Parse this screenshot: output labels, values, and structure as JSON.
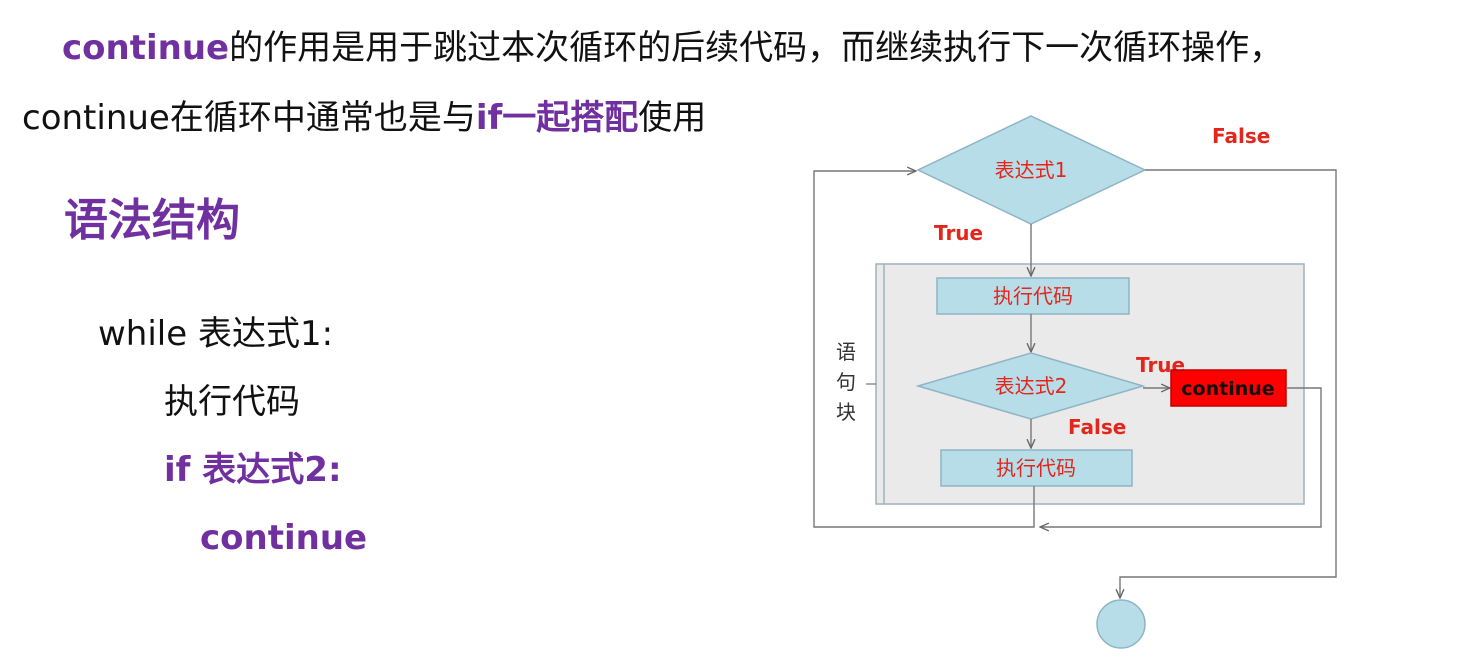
{
  "intro": {
    "line1_keyword": "continue",
    "line1_rest": "的作用是用于跳过本次循环的后续代码，而继续执行下一次循环操作，",
    "line2_start": "continue在循环中通常也是与",
    "line2_highlight": "if一起搭配",
    "line2_end": "使用"
  },
  "section_title": "语法结构",
  "code": {
    "line1": "while 表达式1:",
    "line2": "执行代码",
    "line3": "if  表达式2:",
    "line4": "continue"
  },
  "flowchart": {
    "cond1": "表达式1",
    "cond2": "表达式2",
    "exec1": "执行代码",
    "exec2": "执行代码",
    "continue_box": "continue",
    "label_true1": "True",
    "label_false1": "False",
    "label_true2": "True",
    "label_false2": "False",
    "block_label": [
      "语",
      "句",
      "块"
    ],
    "colors": {
      "shape_fill": "#b7dde8",
      "shape_stroke": "#8fb4c4",
      "block_fill": "#eaeaea",
      "label_red": "#e3261c",
      "continue_fill": "#ff0000"
    }
  }
}
